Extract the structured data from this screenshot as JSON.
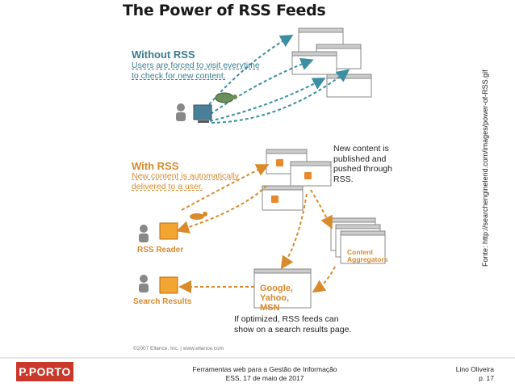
{
  "title": "The Power of RSS Feeds",
  "without": {
    "heading": "Without RSS",
    "text": "Users are forced to visit everytime to check for new content."
  },
  "with": {
    "heading": "With RSS",
    "text": "New content is automatically delivered to a user."
  },
  "notes": {
    "published": "New content is published and pushed through RSS.",
    "optimized": "If optimized, RSS feeds can show on a search results page."
  },
  "labels": {
    "rss_reader": "RSS Reader",
    "search_results": "Search Results",
    "google": "Google, Yahoo, MSN",
    "aggregators": "Content Aggregators"
  },
  "copyright": "©2007 Ellance, Inc.   |   www.ellance.com",
  "source": "Fonte: http://searchenginelend.com/images/power-of-RSS.gif",
  "footer": {
    "logo": "P.PORTO",
    "center_line1": "Ferramentas web para a Gestão de Informação",
    "center_line2": "ESS, 17 de maio de 2017",
    "author": "Lino Oliveira",
    "page": "p. 17"
  },
  "colors": {
    "teal": "#3a7d8f",
    "orange": "#d98a2b",
    "logo_red": "#c8392b"
  }
}
